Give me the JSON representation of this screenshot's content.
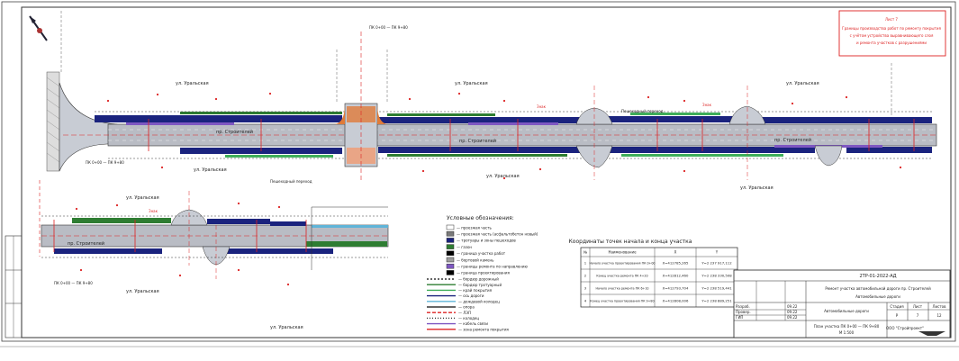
{
  "sheet": {
    "note_title": "Лист 7",
    "note_lines": [
      "Границы производства работ по ремонту покрытия",
      "с учётом устройства выравнивающего слоя",
      "и ремонта участков с разрушениями"
    ]
  },
  "road": {
    "street_label": "пр. Строителей",
    "area_label": "ул. Уральская",
    "lower_area_label": "ул. Уральская",
    "sign_label": "Знак",
    "crossing_label": "Пешеходный переход",
    "scale_label": "М 1:500",
    "station_label": "ПК 0+00 — ПК 9+80"
  },
  "legend": {
    "title": "Условные обозначения:",
    "items": [
      {
        "text": "— проезжая часть",
        "color": "#ffffff"
      },
      {
        "text": "— проезжая часть (асфальтобетон новый)",
        "color": "#7a7a7a"
      },
      {
        "text": "— тротуары и зоны пешеходов",
        "color": "#1a237e"
      },
      {
        "text": "— газон",
        "color": "#2e7d32"
      },
      {
        "text": "— граница участка работ",
        "color": "#000000"
      },
      {
        "text": "— бортовой камень",
        "color": "#9e9e9e"
      },
      {
        "text": "— границы ремонта по направлению",
        "color": "#7e57c2"
      },
      {
        "text": "— граница проектирования",
        "color": "#000000"
      }
    ],
    "line_items": [
      "— бордюр дорожный",
      "— бордюр тротуарный",
      "— край покрытия",
      "— ось дороги",
      "— дождевой колодец",
      "— опора",
      "— ЛЭП",
      "— колодец",
      "— кабель связи",
      "— зона ремонта покрытия"
    ]
  },
  "table": {
    "title": "Координаты точек начала и конца участка",
    "headers": [
      "№",
      "Наименование",
      "X",
      "Y"
    ],
    "rows": [
      [
        "1",
        "Начало участка проектирования ПК 0+00",
        "Х=412785,265",
        "Y=2 237 917,112"
      ],
      [
        "2",
        "Конец участка ремонта ПК 4+20",
        "Х=412812,460",
        "Y=2 238 330,508"
      ],
      [
        "3",
        "Начало участка ремонта ПК 6+10",
        "Х=412793,704",
        "Y=2 238 519,441"
      ],
      [
        "4",
        "Конец участка проектирования ПК 9+80",
        "Х=412808,006",
        "Y=2 238 889,251"
      ]
    ]
  },
  "title_block": {
    "doc_code": "2ТР-01-2022-АД",
    "project": "Ремонт участка автомобильной дороги пр. Строителей",
    "section": "Автомобильные дороги",
    "sheet_name": "План участка ПК 0+00 — ПК 9+80",
    "stage": "Р",
    "sheet": "7",
    "sheets": "12",
    "company": "ООО \"Стройпроект\"",
    "roles": [
      "Разраб.",
      "Провер.",
      "ГИП"
    ],
    "dates": [
      "09.22",
      "09.22",
      "09.22"
    ],
    "stage_label": "Стадия",
    "sheet_label": "Лист",
    "sheets_label": "Листов"
  },
  "colors": {
    "road": "#b9bcc4",
    "sidewalk": "#1a237e",
    "green": "#2e7d32",
    "repair_zone": "#7e57c2",
    "crossing": "#e07b39",
    "red_mark": "#d22222"
  }
}
